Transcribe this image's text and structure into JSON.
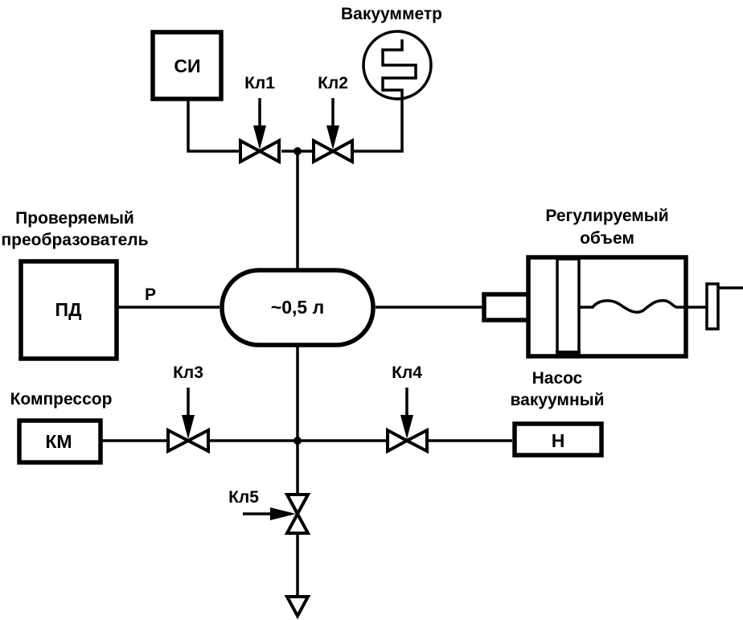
{
  "title": "Схема поверки преобразователя давления",
  "colors": {
    "stroke": "#000000",
    "background": "#ffffff"
  },
  "components": {
    "si": {
      "label": "СИ"
    },
    "vacuummeter": {
      "label": "Вакуумметр"
    },
    "transducer": {
      "caption_line1": "Проверяемый",
      "caption_line2": "преобразователь",
      "label": "ПД",
      "port_label": "Р"
    },
    "vessel": {
      "label": "~0,5 л"
    },
    "adjustable_volume": {
      "caption_line1": "Регулируемый",
      "caption_line2": "объем"
    },
    "compressor": {
      "caption": "Компрессор",
      "label": "КМ"
    },
    "vacuum_pump": {
      "caption_line1": "Насос",
      "caption_line2": "вакуумный",
      "label": "Н"
    }
  },
  "valves": [
    {
      "id": "kl1",
      "label": "Кл1"
    },
    {
      "id": "kl2",
      "label": "Кл2"
    },
    {
      "id": "kl3",
      "label": "Кл3"
    },
    {
      "id": "kl4",
      "label": "Кл4"
    },
    {
      "id": "kl5",
      "label": "Кл5"
    }
  ]
}
